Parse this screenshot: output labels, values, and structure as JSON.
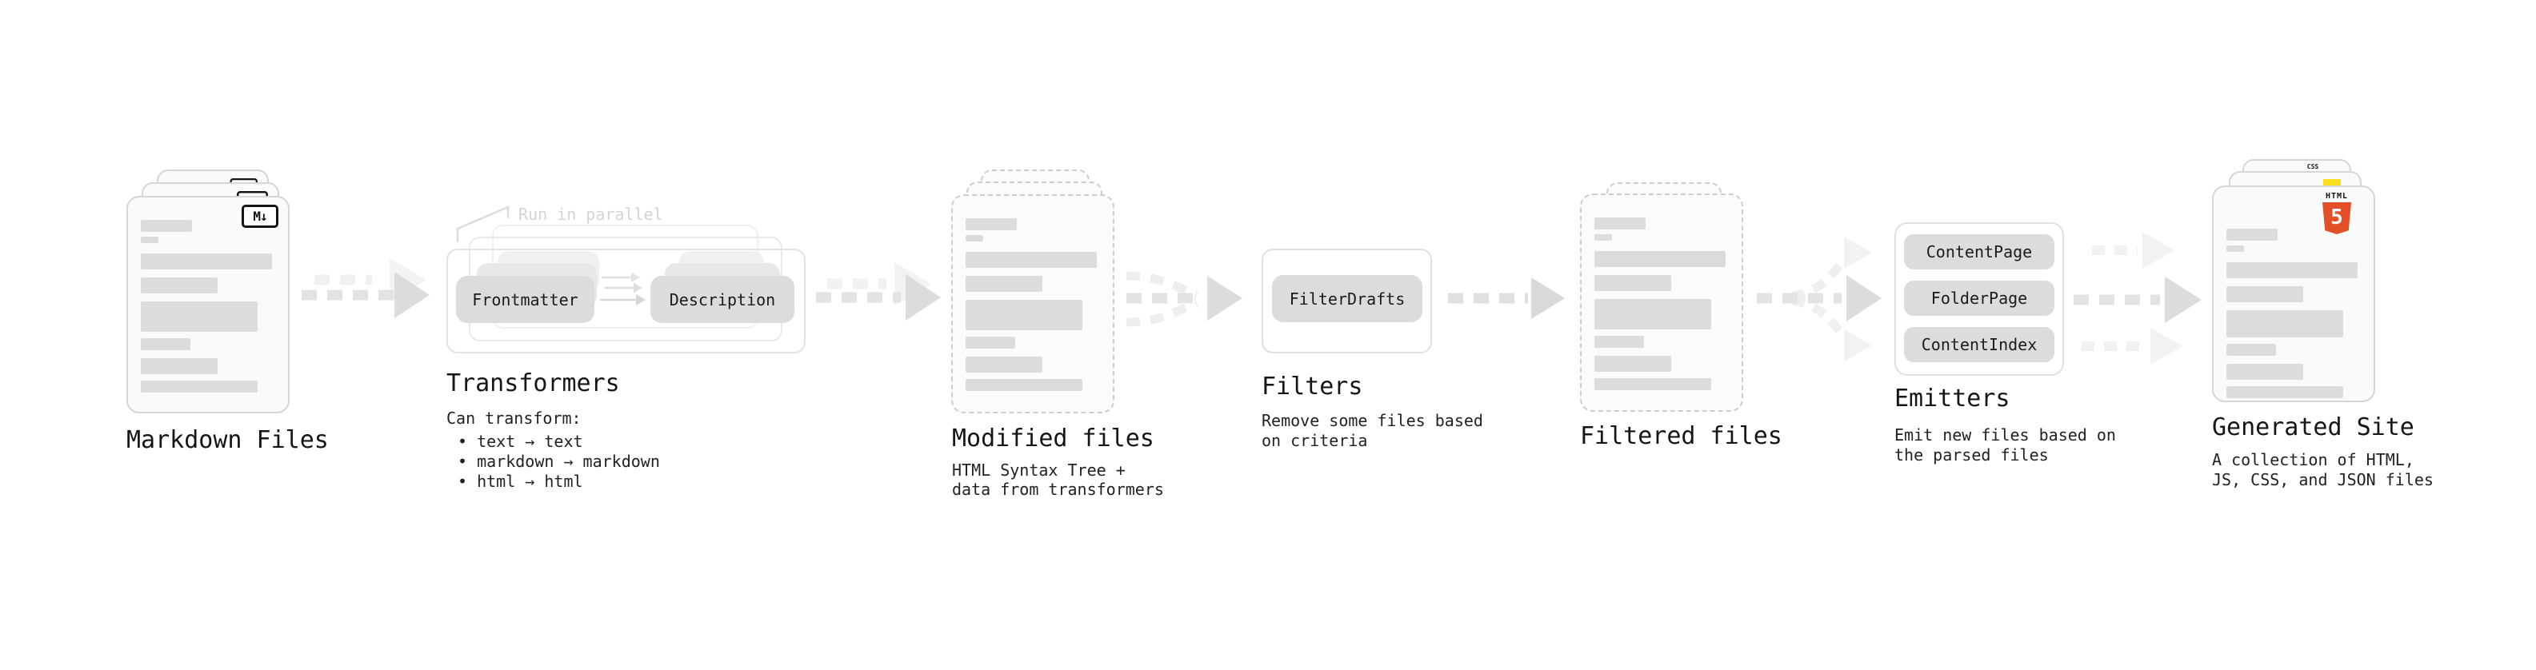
{
  "palette": {
    "html5_orange": "#e34f26",
    "js_yellow": "#f7df1e",
    "css_blue": "#2965f1"
  },
  "markdown_files": {
    "title": "Markdown Files",
    "badge": "M↓"
  },
  "transformers": {
    "title": "Transformers",
    "annotation": "Run in parallel",
    "step1": "Frontmatter",
    "step2": "Description",
    "subtitle": "Can transform:",
    "bullets": [
      "• text → text",
      "• markdown → markdown",
      "• html → html"
    ]
  },
  "modified_files": {
    "title": "Modified files",
    "desc1": "HTML Syntax Tree +",
    "desc2": "data from transformers"
  },
  "filters": {
    "title": "Filters",
    "pill": "FilterDrafts",
    "desc1": "Remove some files based",
    "desc2": "on criteria"
  },
  "filtered_files": {
    "title": "Filtered files"
  },
  "emitters": {
    "title": "Emitters",
    "pills": [
      "ContentPage",
      "FolderPage",
      "ContentIndex"
    ],
    "desc1": "Emit new files based on",
    "desc2": "the parsed files"
  },
  "generated_site": {
    "title": "Generated Site",
    "desc1": "A collection of HTML,",
    "desc2": "JS, CSS, and JSON files",
    "badge_html": "HTML",
    "badge_html5": "5",
    "badge_css": "CSS"
  }
}
